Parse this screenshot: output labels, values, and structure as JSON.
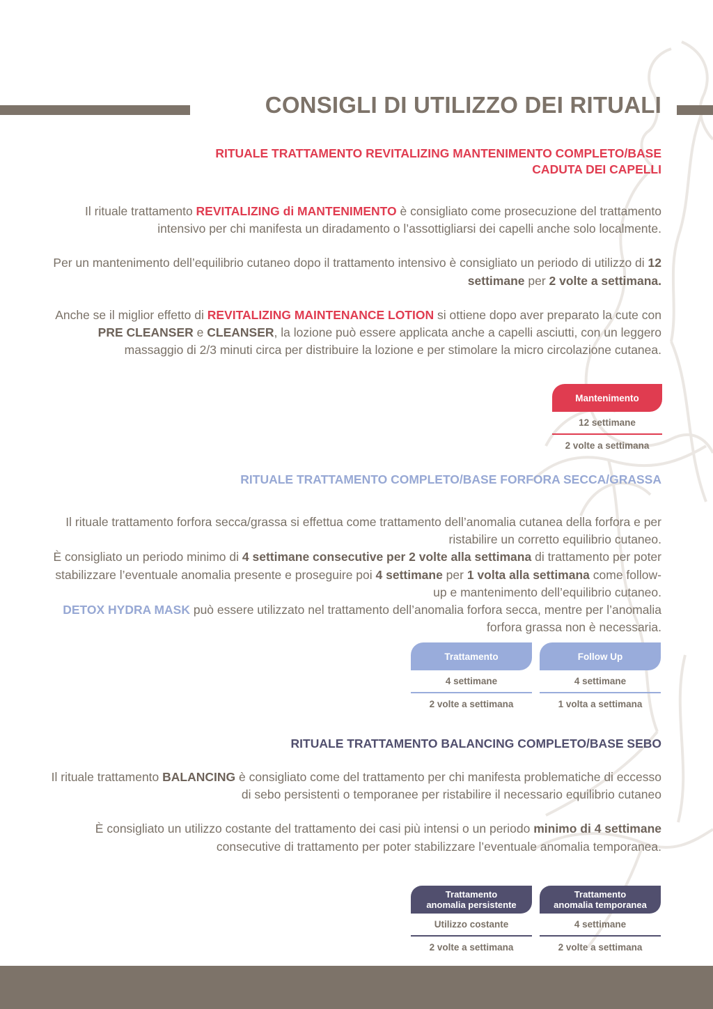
{
  "page": {
    "title": "CONSIGLI DI UTILIZZO DEI RITUALI"
  },
  "colors": {
    "accent_red": "#e03c50",
    "accent_light_blue": "#97a8d4",
    "accent_navy": "#514f6e",
    "text_gray": "#7a7167",
    "bar_gray": "#7d7369"
  },
  "sec1": {
    "title_line1": "RITUALE TRATTAMENTO REVITALIZING MANTENIMENTO COMPLETO/BASE",
    "title_line2": "CADUTA DEI CAPELLI",
    "p1": {
      "a": "Il rituale trattamento ",
      "b": "REVITALIZING di MANTENIMENTO",
      "c": " è consigliato come prosecuzione del trattamento intensivo per chi manifesta un diradamento o l’assottigliarsi dei capelli anche solo localmente."
    },
    "p2": {
      "a": "Per un mantenimento dell’equilibrio cutaneo dopo il trattamento intensivo è consigliato un periodo di utilizzo di ",
      "b": "12 settimane",
      "c": " per ",
      "d": "2 volte a settimana."
    },
    "p3": {
      "a": "Anche se il miglior effetto di ",
      "b": "REVITALIZING MAINTENANCE LOTION",
      "c": " si ottiene dopo aver preparato la cute con ",
      "d": "PRE CLEANSER",
      "e": " e ",
      "f": "CLEANSER",
      "g": ", la lozione può essere applicata anche a capelli asciutti, con un leggero massaggio di 2/3 minuti circa per distribuire la lozione e per stimolare la micro circolazione cutanea."
    },
    "table": [
      {
        "header": "Mantenimento",
        "row1": "12 settimane",
        "row2": "2 volte a settimana"
      }
    ]
  },
  "sec2": {
    "title": "RITUALE TRATTAMENTO COMPLETO/BASE FORFORA SECCA/GRASSA",
    "p1": "Il rituale trattamento forfora secca/grassa si effettua come trattamento dell’anomalia cutanea della forfora e per ristabilire un corretto equilibrio cutaneo.",
    "p2": {
      "a": "È consigliato un periodo minimo di ",
      "b": "4 settimane consecutive per 2 volte alla settimana",
      "c": " di trattamento per poter stabilizzare l’eventuale anomalia presente e proseguire poi ",
      "d": "4 settimane",
      "e": " per ",
      "f": "1 volta alla settimana",
      "g": " come follow-up e mantenimento dell’equilibrio cutaneo."
    },
    "p3": {
      "a": "DETOX HYDRA MASK",
      "b": " può essere utilizzato nel trattamento dell’anomalia forfora secca, mentre per l’anomalia forfora grassa non è necessaria."
    },
    "table": [
      {
        "header": "Trattamento",
        "row1": "4 settimane",
        "row2": "2 volte a settimana"
      },
      {
        "header": "Follow Up",
        "row1": "4 settimane",
        "row2": "1 volta a settimana"
      }
    ]
  },
  "sec3": {
    "title": "RITUALE TRATTAMENTO BALANCING COMPLETO/BASE SEBO",
    "p1": {
      "a": "Il rituale trattamento ",
      "b": "BALANCING",
      "c": " è consigliato come del trattamento per chi manifesta problematiche di eccesso di sebo persistenti o temporanee per ristabilire il necessario equilibrio cutaneo"
    },
    "p2": {
      "a": "È consigliato un utilizzo costante del trattamento dei casi più intensi o un periodo ",
      "b": "minimo di 4 settimane",
      "c": " consecutive di trattamento per poter stabilizzare l’eventuale anomalia temporanea."
    },
    "table": [
      {
        "header_l1": "Trattamento",
        "header_l2": "anomalia persistente",
        "row1": "Utilizzo costante",
        "row2": "2 volte a settimana"
      },
      {
        "header_l1": "Trattamento",
        "header_l2": "anomalia temporanea",
        "row1": "4 settimane",
        "row2": "2 volte a settimana"
      }
    ]
  }
}
